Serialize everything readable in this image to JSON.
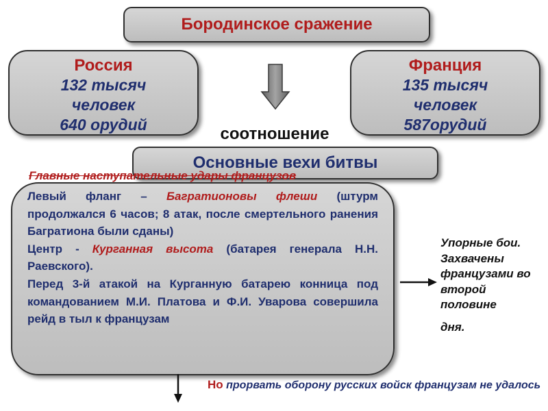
{
  "title": "Бородинское сражение",
  "russia": {
    "name": "Россия",
    "lines": [
      "132 тысяч",
      "человек",
      "640 орудий"
    ]
  },
  "france": {
    "name": "Франция",
    "lines": [
      "135 тысяч",
      "человек",
      "587орудий"
    ]
  },
  "ratio_label": "соотношение",
  "milestones_title": "Основные вехи битвы",
  "attacks_heading": "Главные наступательные удары французов",
  "left_flank": {
    "prefix": "Левый фланг – ",
    "place": "Багратионовы флеши",
    "detail": " (штурм продолжался 6 часов; 8 атак, после смертельного ранения Багратиона были сданы)"
  },
  "center": {
    "prefix": "Центр - ",
    "place": "Курганная высота",
    "detail": " (батарея генерала Н.Н. Раевского)."
  },
  "raid": "Перед 3-й атакой на Курганную батарею конница под командованием М.И. Платова и Ф.И. Уварова совершила рейд в тыл к французам",
  "right_note": {
    "text": "Упорные бои. Захвачены французами во второй половине",
    "last": "дня."
  },
  "bottom_note": {
    "but": "Но",
    "text": " прорвать оборону русских войск французам не удалось"
  },
  "colors": {
    "red": "#b01c1c",
    "navy": "#1f2e6e",
    "box_fill": "#c8c8c8",
    "arrow": "#777777"
  }
}
